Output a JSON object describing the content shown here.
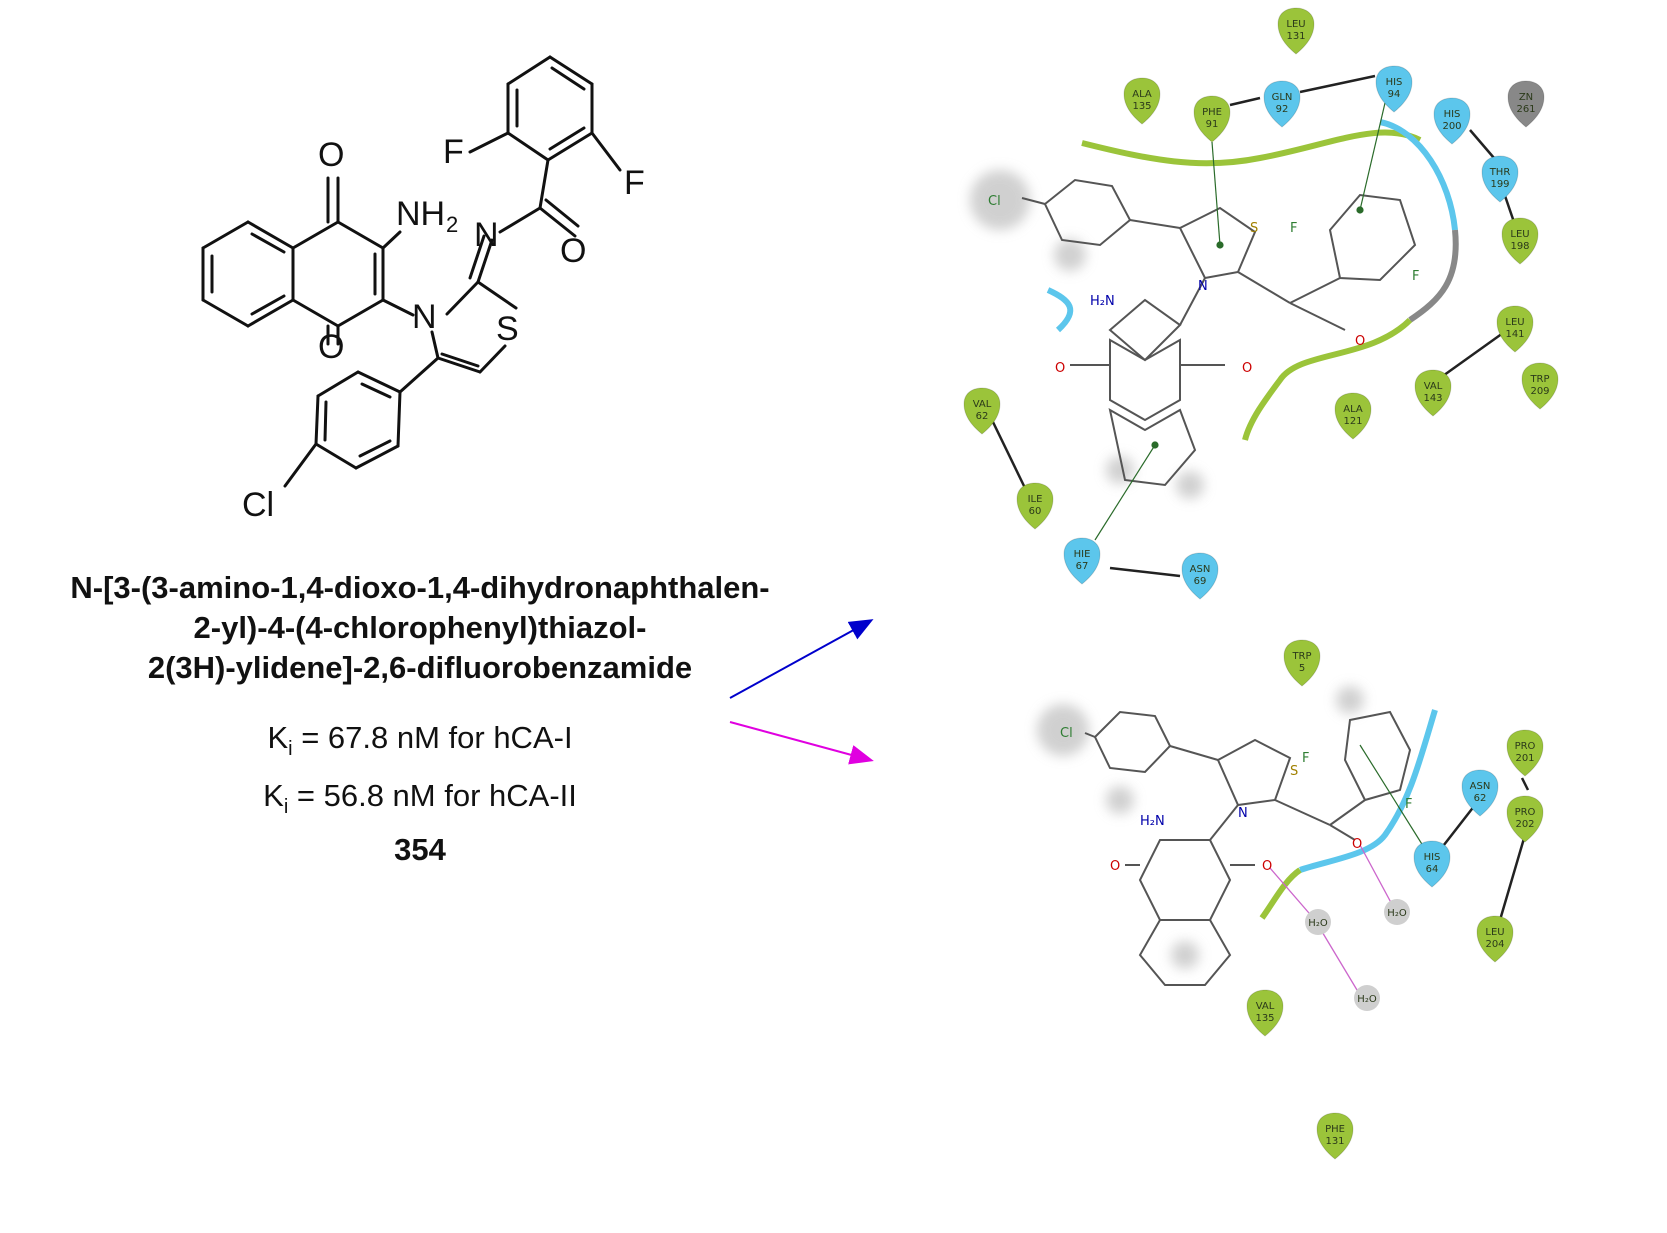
{
  "structure": {
    "atoms": {
      "o_top": "O",
      "nh2": "NH",
      "nh2_sub": "2",
      "o_bottom": "O",
      "n_thiazole": "N",
      "s_thiazole": "S",
      "n_imine": "N",
      "o_amide": "O",
      "f_left": "F",
      "f_right": "F",
      "cl": "Cl"
    }
  },
  "compound": {
    "name_lines": [
      "N-[3-(3-amino-1,4-dioxo-1,4-dihydronaphthalen-",
      "2-yl)-4-(4-chlorophenyl)thiazol-",
      "2(3H)-ylidene]-2,6-difluorobenzamide"
    ],
    "ki": [
      {
        "symbol": "K",
        "sub": "i",
        "text": " = 67.8 nM for hCA-I"
      },
      {
        "symbol": "K",
        "sub": "i",
        "text": " = 56.8 nM for hCA-II"
      }
    ],
    "number": "354"
  },
  "arrows": {
    "upper_color": "#0000cc",
    "lower_color": "#e000e0"
  },
  "colors": {
    "hydrophobic": "#9bc43a",
    "polar": "#5cc6ec",
    "metal": "#888888",
    "water": "#cfcfcf"
  },
  "top_diagram": {
    "ligand_labels": {
      "cl": "Cl",
      "s": "S",
      "n": "N",
      "f1": "F",
      "f2": "F",
      "nh2": "H₂N",
      "o1": "O",
      "o2": "O",
      "o3": "O"
    },
    "residues": [
      {
        "name": "LEU",
        "num": "131",
        "kind": "hydrophobic"
      },
      {
        "name": "ALA",
        "num": "135",
        "kind": "hydrophobic"
      },
      {
        "name": "PHE",
        "num": "91",
        "kind": "hydrophobic"
      },
      {
        "name": "GLN",
        "num": "92",
        "kind": "polar"
      },
      {
        "name": "HIS",
        "num": "94",
        "kind": "polar"
      },
      {
        "name": "HIS",
        "num": "200",
        "kind": "polar"
      },
      {
        "name": "ZN",
        "num": "261",
        "kind": "metal"
      },
      {
        "name": "THR",
        "num": "199",
        "kind": "polar"
      },
      {
        "name": "LEU",
        "num": "198",
        "kind": "hydrophobic"
      },
      {
        "name": "LEU",
        "num": "141",
        "kind": "hydrophobic"
      },
      {
        "name": "TRP",
        "num": "209",
        "kind": "hydrophobic"
      },
      {
        "name": "VAL",
        "num": "143",
        "kind": "hydrophobic"
      },
      {
        "name": "ALA",
        "num": "121",
        "kind": "hydrophobic"
      },
      {
        "name": "VAL",
        "num": "62",
        "kind": "hydrophobic"
      },
      {
        "name": "ILE",
        "num": "60",
        "kind": "hydrophobic"
      },
      {
        "name": "HIE",
        "num": "67",
        "kind": "polar"
      },
      {
        "name": "ASN",
        "num": "69",
        "kind": "polar"
      }
    ]
  },
  "bottom_diagram": {
    "ligand_labels": {
      "cl": "Cl",
      "s": "S",
      "n": "N",
      "f1": "F",
      "f2": "F",
      "nh2": "H₂N",
      "o1": "O",
      "o2": "O",
      "o3": "O"
    },
    "residues": [
      {
        "name": "TRP",
        "num": "5",
        "kind": "hydrophobic"
      },
      {
        "name": "PRO",
        "num": "201",
        "kind": "hydrophobic"
      },
      {
        "name": "ASN",
        "num": "62",
        "kind": "polar"
      },
      {
        "name": "PRO",
        "num": "202",
        "kind": "hydrophobic"
      },
      {
        "name": "HIS",
        "num": "64",
        "kind": "polar"
      },
      {
        "name": "LEU",
        "num": "204",
        "kind": "hydrophobic"
      },
      {
        "name": "VAL",
        "num": "135",
        "kind": "hydrophobic"
      },
      {
        "name": "PHE",
        "num": "131",
        "kind": "hydrophobic"
      }
    ],
    "waters": [
      {
        "label": "H₂O"
      },
      {
        "label": "H₂O"
      },
      {
        "label": "H₂O"
      }
    ]
  }
}
